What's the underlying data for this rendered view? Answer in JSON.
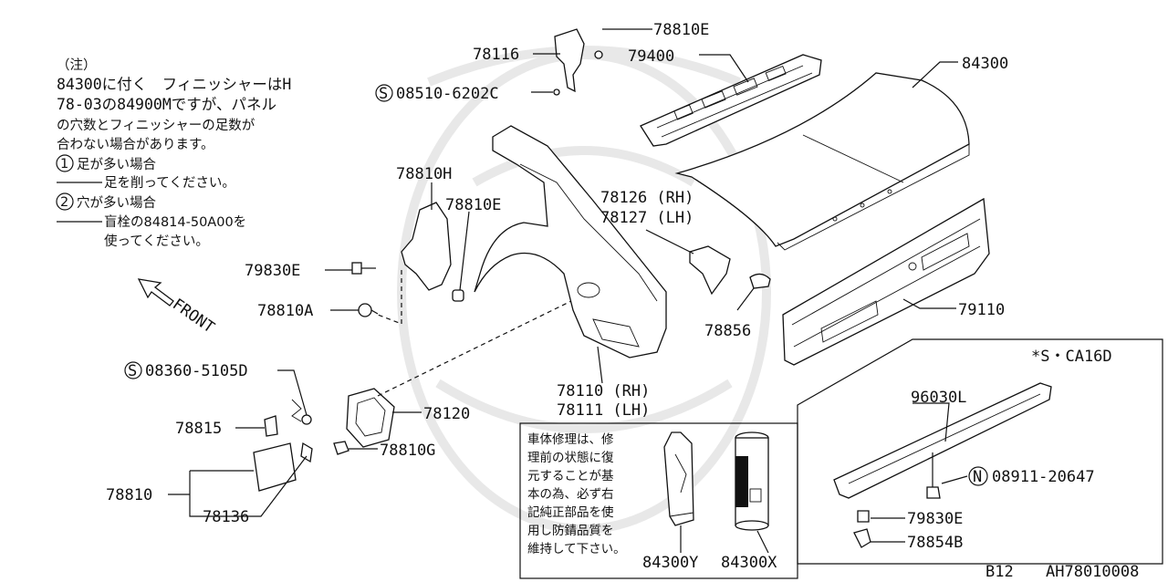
{
  "note": {
    "line1": "（注）",
    "line2": "84300に付く　フィニッシャーはH",
    "line3": "78-03の84900Mですが、パネル",
    "line4": "の穴数とフィニッシャーの足数が",
    "line5": "合わない場合があります。",
    "case1_num": "1",
    "case1_label": "足が多い場合",
    "case1_action": "足を削ってください。",
    "case2_num": "2",
    "case2_label": "穴が多い場合",
    "case2_action": "盲栓の84814-50A00を",
    "case2_action2": "使ってください。"
  },
  "front_label": "FRONT",
  "callouts": {
    "p78810E_top": "78810E",
    "p78116": "78116",
    "p79400": "79400",
    "p08510": "08510-6202C",
    "p08510_prefix": "S",
    "p84300": "84300",
    "p78810H": "78810H",
    "p78810E_mid": "78810E",
    "p78126": "78126 (RH)",
    "p78127": "78127 (LH)",
    "p79830E_left": "79830E",
    "p78810A": "78810A",
    "p78856": "78856",
    "p79110": "79110",
    "p08360": "08360-5105D",
    "p08360_prefix": "S",
    "p78110": "78110 (RH)",
    "p78111": "78111 (LH)",
    "p78120": "78120",
    "p78815": "78815",
    "p78810G": "78810G",
    "p78810": "78810",
    "p78136": "78136",
    "p84300Y": "84300Y",
    "p84300X": "84300X"
  },
  "inset": {
    "title": "*S・CA16D",
    "p96030L": "96030L",
    "p08911": "08911-20647",
    "p08911_prefix": "N",
    "p79830E": "79830E",
    "p78854B": "78854B"
  },
  "repair_box": {
    "line1": "車体修理は、修",
    "line2": "理前の状態に復",
    "line3": "元することが基",
    "line4": "本の為、必ず右",
    "line5": "記純正部品を使",
    "line6": "用し防錆品質を",
    "line7": "維持して下さい。"
  },
  "footer": {
    "page": "B12",
    "code": "AH78010008"
  }
}
